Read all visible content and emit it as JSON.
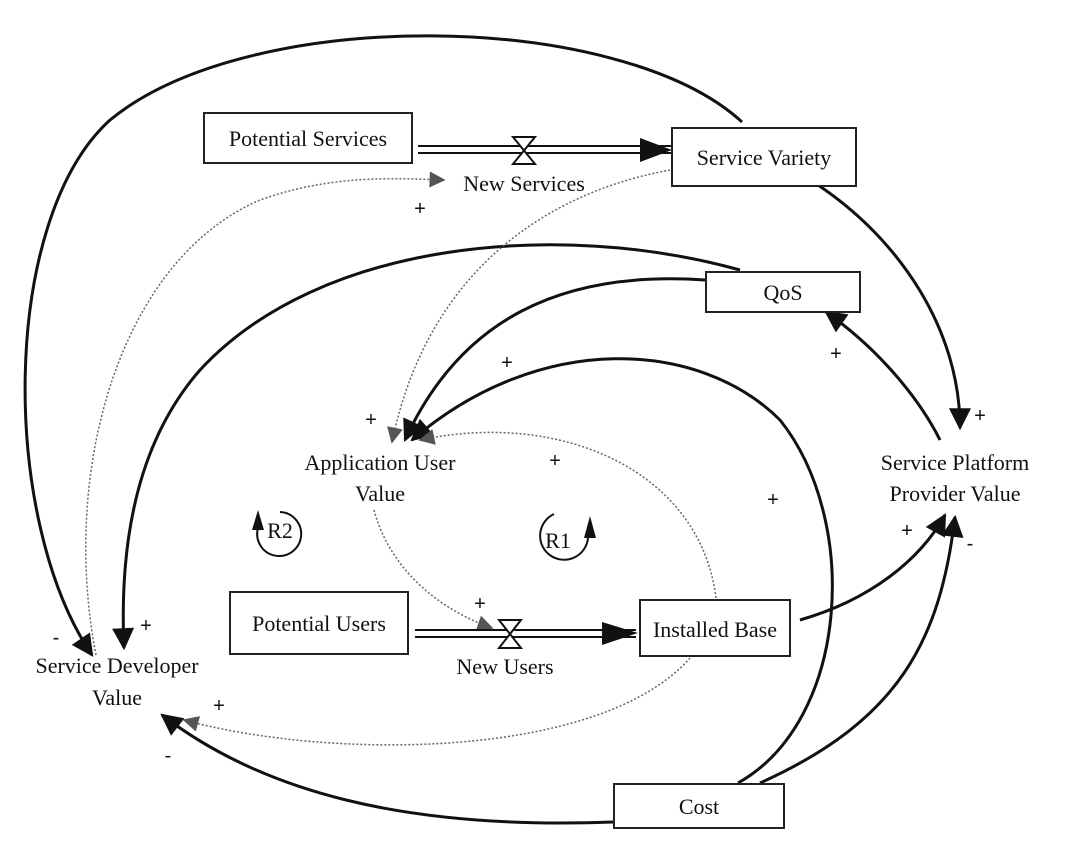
{
  "diagram": {
    "type": "causal-loop-stock-and-flow",
    "stocks": {
      "potential_services": "Potential Services",
      "service_variety": "Service Variety",
      "qos": "QoS",
      "potential_users": "Potential Users",
      "installed_base": "Installed Base",
      "cost": "Cost"
    },
    "flows": {
      "new_services": "New Services",
      "new_users": "New Users"
    },
    "variables": {
      "app_user_value_l1": "Application User",
      "app_user_value_l2": "Value",
      "spp_value_l1": "Service Platform",
      "spp_value_l2": "Provider Value",
      "sd_value_l1": "Service Developer",
      "sd_value_l2": "Value"
    },
    "loops": {
      "r1": "R1",
      "r2": "R2"
    },
    "polarities": {
      "sdv_to_new_services": "+",
      "qos_to_spp": "+",
      "service_variety_to_spp": "+",
      "installed_base_to_auv": "+",
      "auv_incoming": "+",
      "installed_base_dotted_to_auv": "+",
      "cost_to_auv": "+",
      "installed_base_to_spp": "+",
      "cost_to_spp": "-",
      "auv_to_new_users": "+",
      "sdv_in_minus": "-",
      "sdv_in_plus": "+",
      "installed_base_to_sdv": "+",
      "cost_to_sdv": "-"
    },
    "links": [
      {
        "from": "Service Developer Value",
        "to": "New Services",
        "polarity": "+",
        "style": "dotted"
      },
      {
        "from": "Service Variety",
        "to": "Application User Value",
        "polarity": "+",
        "style": "dotted"
      },
      {
        "from": "Service Variety",
        "to": "Service Platform Provider Value",
        "polarity": "+",
        "style": "solid"
      },
      {
        "from": "Service Variety",
        "to": "Service Developer Value",
        "polarity": "-",
        "style": "solid"
      },
      {
        "from": "QoS",
        "to": "Application User Value",
        "polarity": "+",
        "style": "solid"
      },
      {
        "from": "QoS",
        "to": "Service Developer Value",
        "polarity": "+",
        "style": "solid"
      },
      {
        "from": "Service Platform Provider Value",
        "to": "QoS",
        "polarity": "+",
        "style": "solid"
      },
      {
        "from": "Cost",
        "to": "Application User Value",
        "polarity": "+",
        "style": "solid"
      },
      {
        "from": "Installed Base",
        "to": "Application User Value",
        "polarity": "+",
        "style": "dotted"
      },
      {
        "from": "Application User Value",
        "to": "New Users",
        "polarity": "+",
        "style": "dotted"
      },
      {
        "from": "Installed Base",
        "to": "Service Platform Provider Value",
        "polarity": "+",
        "style": "solid"
      },
      {
        "from": "Cost",
        "to": "Service Platform Provider Value",
        "polarity": "-",
        "style": "solid"
      },
      {
        "from": "Installed Base",
        "to": "Service Developer Value",
        "polarity": "+",
        "style": "dotted"
      },
      {
        "from": "Cost",
        "to": "Service Developer Value",
        "polarity": "-",
        "style": "solid"
      }
    ]
  }
}
